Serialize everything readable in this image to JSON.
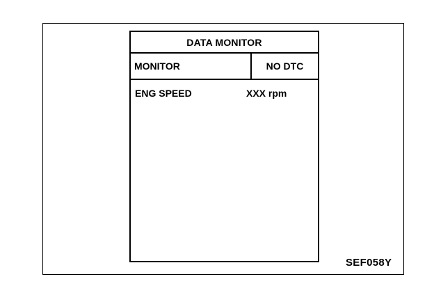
{
  "monitor": {
    "title": "DATA MONITOR",
    "header": {
      "left_label": "MONITOR",
      "right_label": "NO DTC"
    },
    "rows": [
      {
        "label": "ENG SPEED",
        "value": "XXX rpm"
      }
    ]
  },
  "figure_code": "SEF058Y"
}
